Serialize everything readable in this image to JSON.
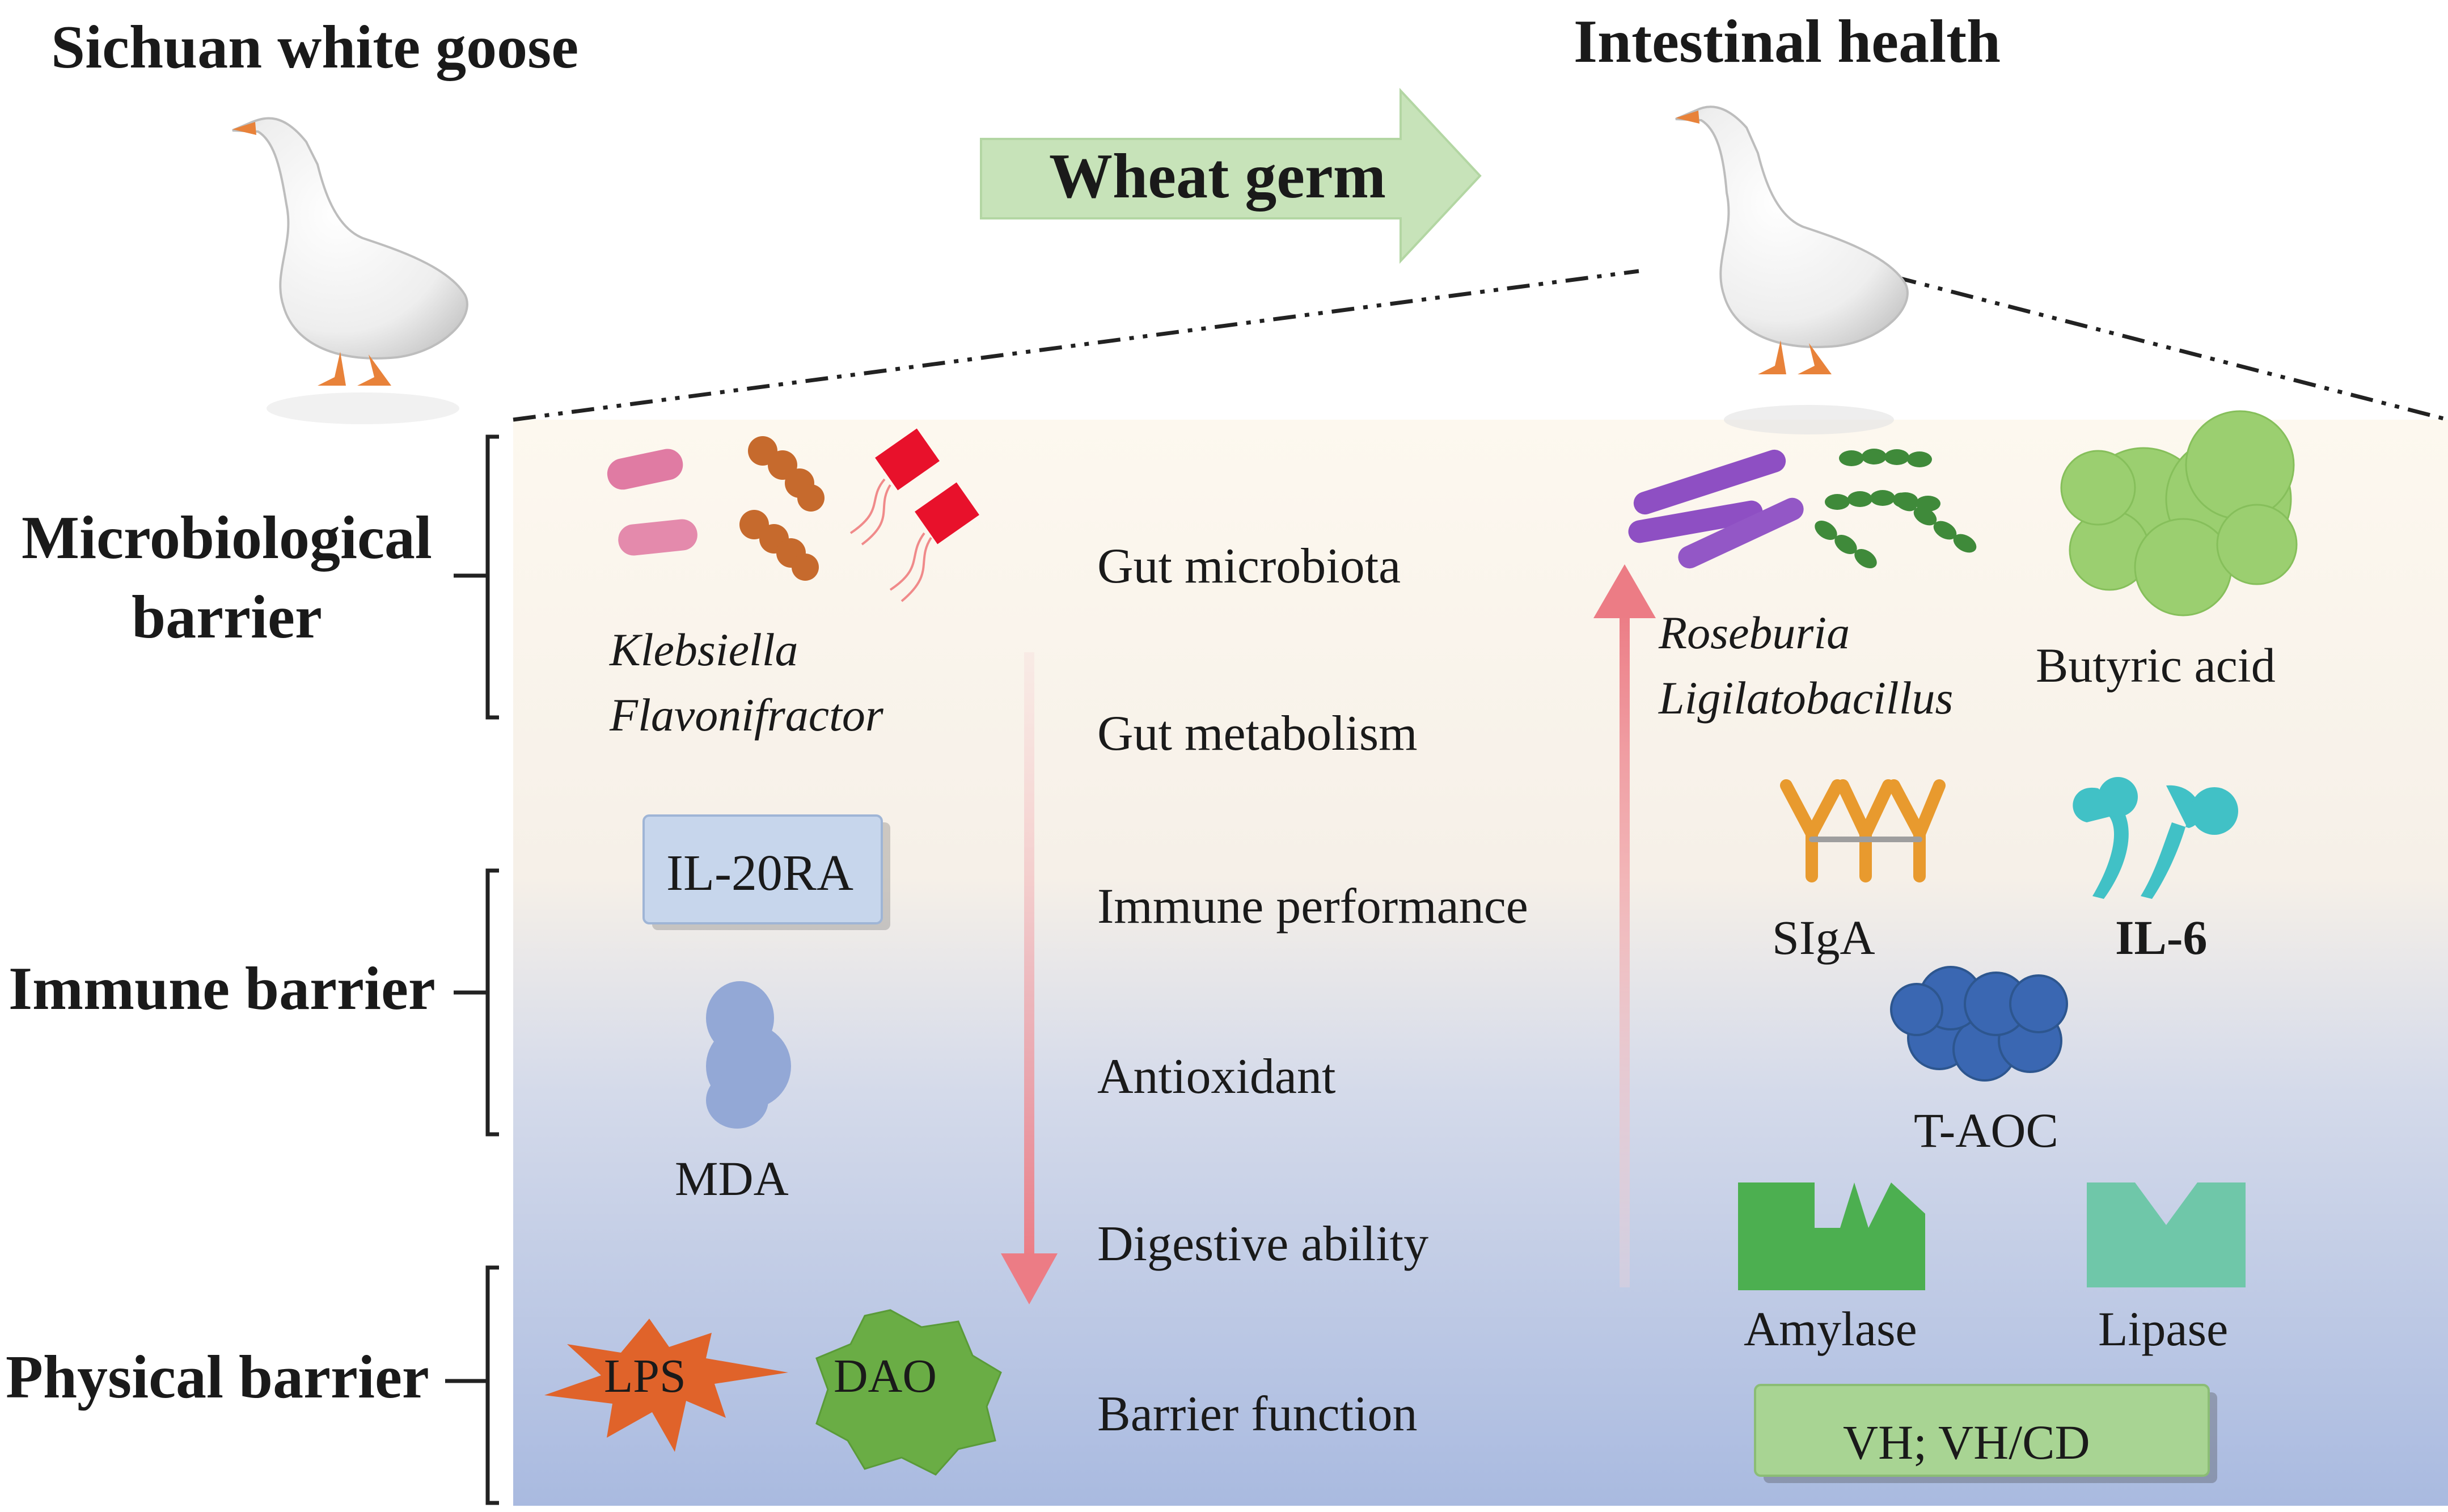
{
  "header": {
    "left_title": "Sichuan white goose",
    "right_title": "Intestinal health",
    "arrow_label": "Wheat germ"
  },
  "barriers": {
    "microbiological_line1": "Microbiological",
    "microbiological_line2": "barrier",
    "immune": "Immune barrier",
    "physical": "Physical barrier"
  },
  "indicators": [
    "Gut microbiota",
    "Gut metabolism",
    "Immune performance",
    "Antioxidant",
    "Digestive ability",
    "Barrier function"
  ],
  "decreased": {
    "bacteria_1": "Klebsiella",
    "bacteria_2": "Flavonifractor",
    "il20ra": "IL-20RA",
    "mda": "MDA",
    "lps": "LPS",
    "dao": "DAO"
  },
  "increased": {
    "bacteria_1": "Roseburia",
    "bacteria_2": "Ligilatobacillus",
    "butyric": "Butyric acid",
    "siga": "SIgA",
    "il6": "IL-6",
    "taoc": "T-AOC",
    "amylase": "Amylase",
    "lipase": "Lipase",
    "vh": "VH; VH/CD"
  },
  "colors": {
    "arrow_green": "#c6e2b8",
    "up_down_arrow": "#ee8a90",
    "panel_top": "#fdf7ee",
    "panel_bottom": "#aebde0",
    "lps": "#e0632a",
    "dao": "#6aad45",
    "amylase": "#4caf50",
    "lipase": "#6fc7a9"
  }
}
